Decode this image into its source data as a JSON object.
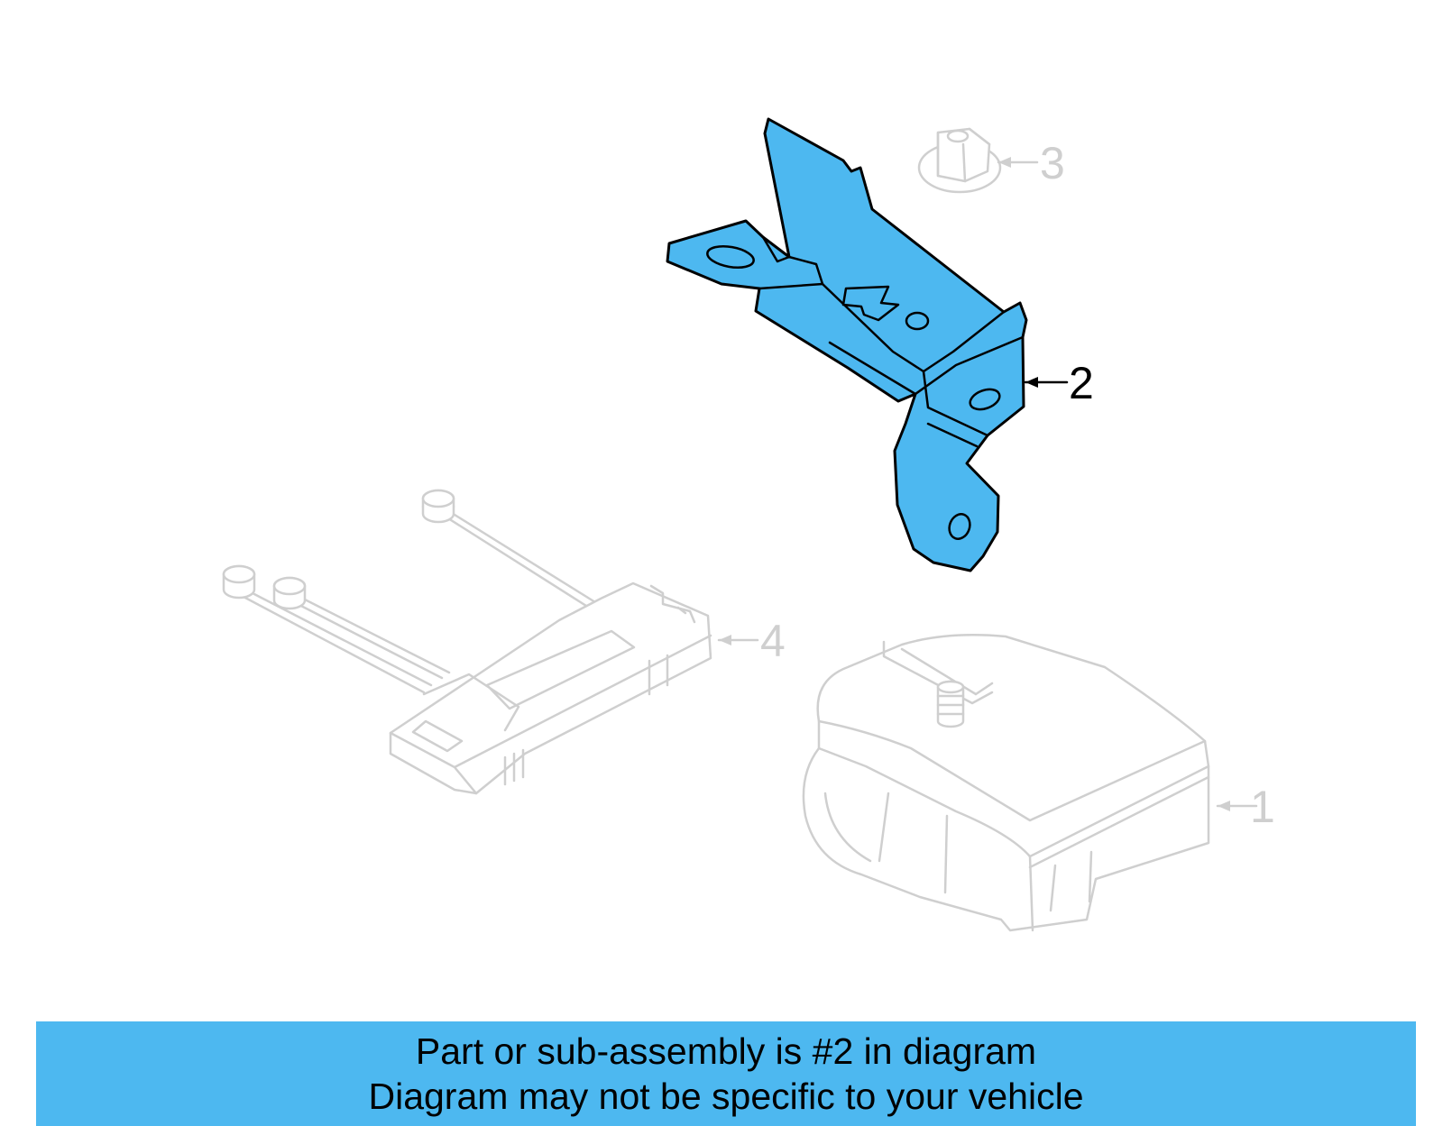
{
  "callouts": {
    "part_1": "1",
    "part_2": "2",
    "part_3": "3",
    "part_4": "4"
  },
  "banner": {
    "line1": "Part or sub-assembly is #2 in diagram",
    "line2": "Diagram may not be specific to your vehicle"
  },
  "colors": {
    "highlight": "#4db8f0",
    "ghost": "#cfcfcf",
    "outline": "#000000"
  }
}
